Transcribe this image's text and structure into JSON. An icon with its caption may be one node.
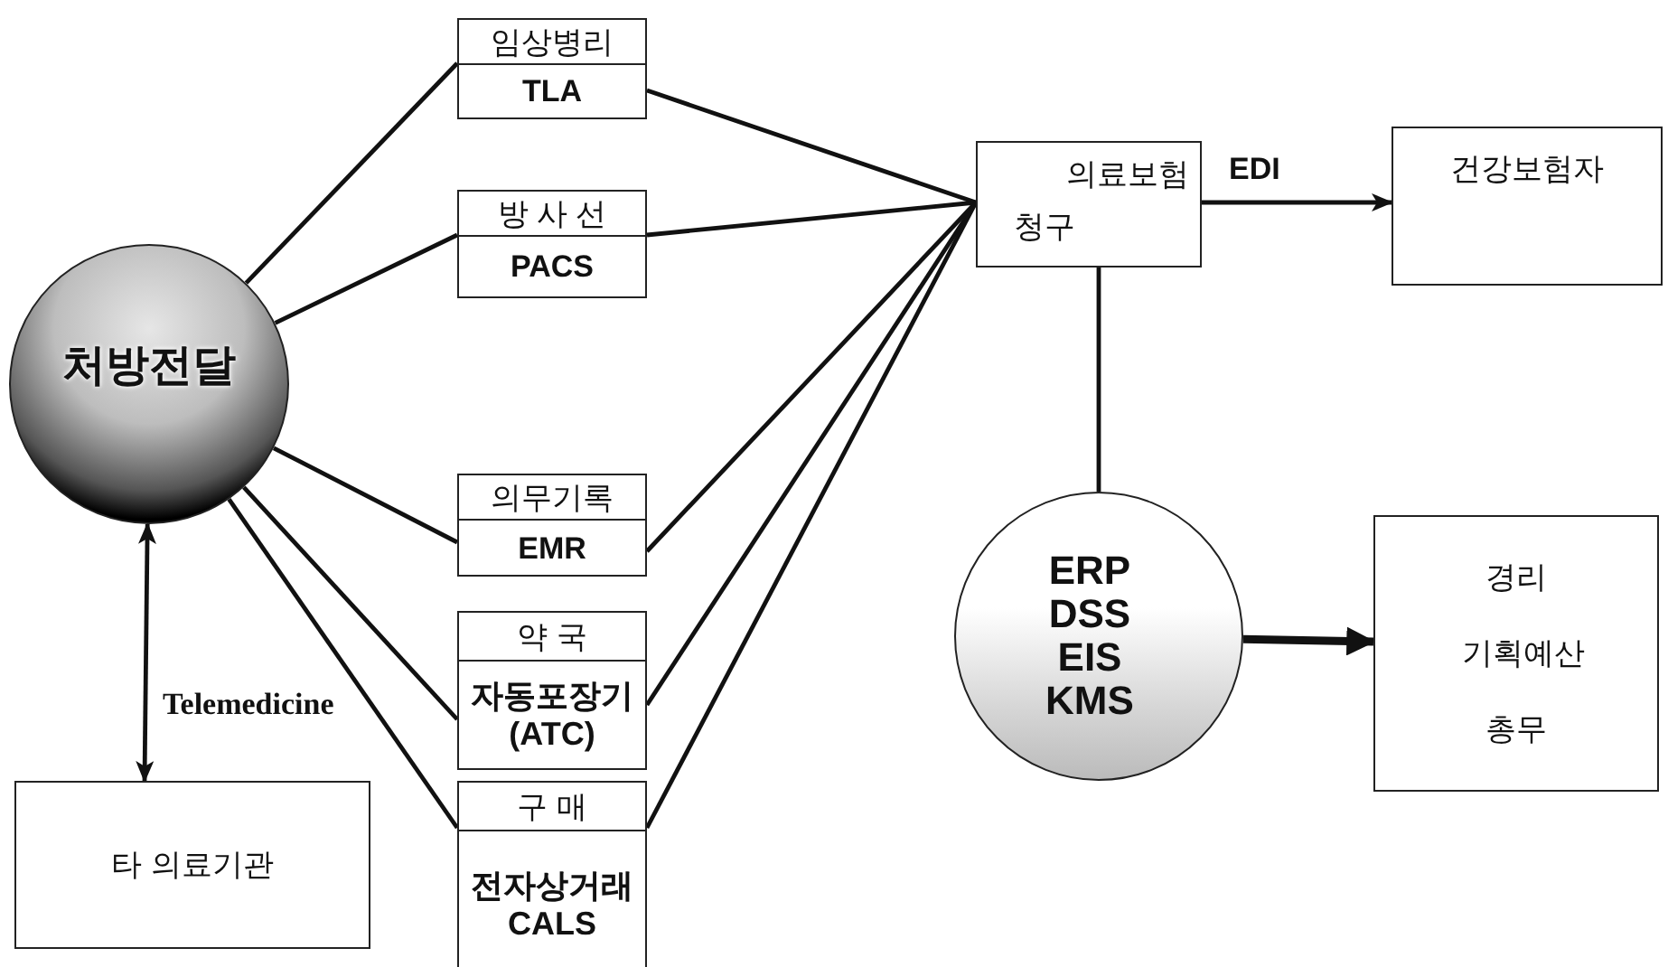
{
  "diagram": {
    "nodes": [
      {
        "text": [
          "처방전달"
        ]
      },
      {
        "text": [
          "임상병리",
          "TLA"
        ]
      },
      {
        "text": [
          "방 사 선",
          "PACS"
        ]
      },
      {
        "text": [
          "의무기록",
          "EMR"
        ]
      },
      {
        "text": [
          "약 국",
          "자동포장기 (ATC)"
        ]
      },
      {
        "text": [
          "구 매",
          "전자상거래 CALS"
        ]
      },
      {
        "text": [
          "의료보험",
          "청구"
        ]
      },
      {
        "text": [
          "건강보험자"
        ]
      },
      {
        "text": [
          "ERP DSS EIS KMS"
        ]
      },
      {
        "text": [
          "경리 기획예산 총무"
        ]
      },
      {
        "text": [
          "타 의료기관"
        ]
      }
    ],
    "edges": [
      {
        "from": 0,
        "to": 1,
        "arrow": "none"
      },
      {
        "from": 0,
        "to": 2,
        "arrow": "none"
      },
      {
        "from": 0,
        "to": 3,
        "arrow": "none"
      },
      {
        "from": 0,
        "to": 4,
        "arrow": "none"
      },
      {
        "from": 0,
        "to": 5,
        "arrow": "none"
      },
      {
        "from": 1,
        "to": 6,
        "arrow": "none"
      },
      {
        "from": 2,
        "to": 6,
        "arrow": "none"
      },
      {
        "from": 3,
        "to": 6,
        "arrow": "none"
      },
      {
        "from": 4,
        "to": 6,
        "arrow": "none"
      },
      {
        "from": 5,
        "to": 6,
        "arrow": "none"
      },
      {
        "from": 6,
        "to": 7,
        "arrow": "to",
        "label": "EDI"
      },
      {
        "from": 6,
        "to": 8,
        "arrow": "none"
      },
      {
        "from": 8,
        "to": 9,
        "arrow": "to",
        "style": "thick"
      },
      {
        "from": 0,
        "to": 10,
        "arrow": "both",
        "label": "Telemedicine"
      }
    ]
  }
}
